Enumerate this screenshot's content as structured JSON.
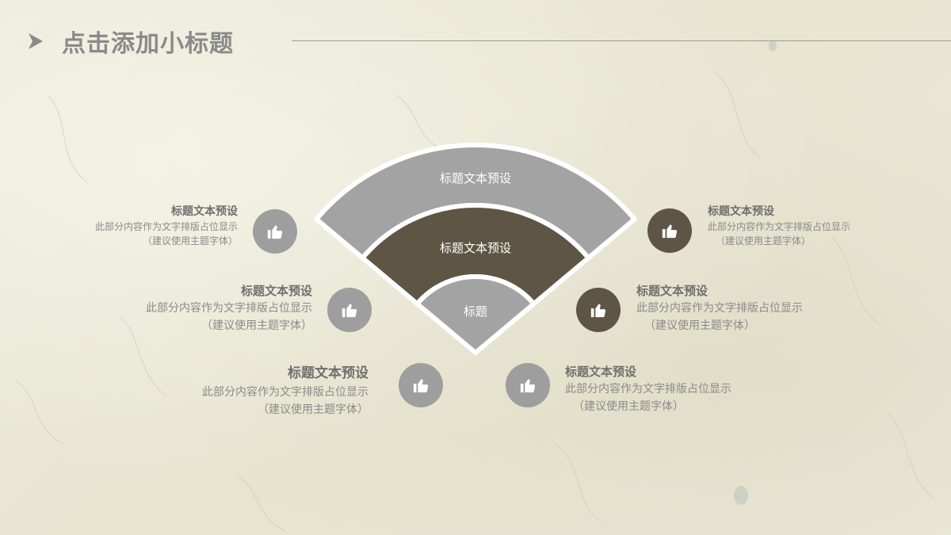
{
  "header": {
    "title": "点击添加小标题"
  },
  "fan": {
    "outer_label": "标题文本预设",
    "middle_label": "标题文本预设",
    "inner_label": "标题",
    "colors": {
      "outer": "#a3a3a3",
      "middle": "#5f5544",
      "inner": "#a3a3a3"
    }
  },
  "items": [
    {
      "title": "标题文本预设",
      "line1": "此部分内容作为文字排版占位显示",
      "line2": "（建议使用主题字体）",
      "icon": "thumbs-up-icon",
      "color": "gray"
    },
    {
      "title": "标题文本预设",
      "line1": "此部分内容作为文字排版占位显示",
      "line2": "（建议使用主题字体）",
      "icon": "thumbs-up-icon",
      "color": "gray"
    },
    {
      "title": "标题文本预设",
      "line1": "此部分内容作为文字排版占位显示",
      "line2": "（建议使用主题字体）",
      "icon": "thumbs-up-icon",
      "color": "gray"
    },
    {
      "title": "标题文本预设",
      "line1": "此部分内容作为文字排版占位显示",
      "line2": "（建议使用主题字体）",
      "icon": "thumbs-up-icon",
      "color": "brown"
    },
    {
      "title": "标题文本预设",
      "line1": "此部分内容作为文字排版占位显示",
      "line2": "（建议使用主题字体）",
      "icon": "thumbs-up-icon",
      "color": "brown"
    },
    {
      "title": "标题文本预设",
      "line1": "此部分内容作为文字排版占位显示",
      "line2": "（建议使用主题字体）",
      "icon": "thumbs-up-icon",
      "color": "gray"
    }
  ]
}
